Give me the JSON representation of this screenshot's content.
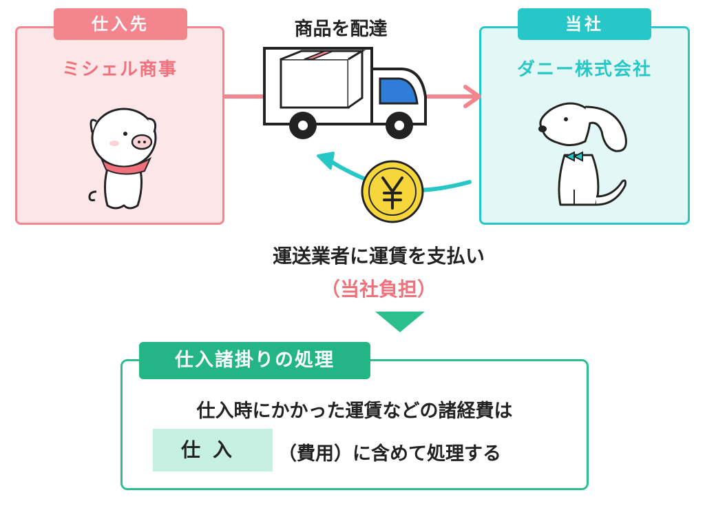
{
  "supplier": {
    "tag": "仕入先",
    "name": "ミシェル商事"
  },
  "company": {
    "tag": "当社",
    "name": "ダニー株式会社"
  },
  "delivery_label": "商品を配達",
  "payment": {
    "text": "運送業者に運賃を支払い",
    "burden": "（当社負担）",
    "coin_icon": "yen-coin-icon"
  },
  "result": {
    "tag": "仕入諸掛りの処理",
    "line1": "仕入時にかかった運賃などの諸経費は",
    "highlight": "仕入",
    "line2": "（費用）に含めて処理する"
  },
  "colors": {
    "supplier": "#f3858f",
    "company": "#27c7c7",
    "result": "#23b585",
    "coin": "#f6d63a"
  }
}
